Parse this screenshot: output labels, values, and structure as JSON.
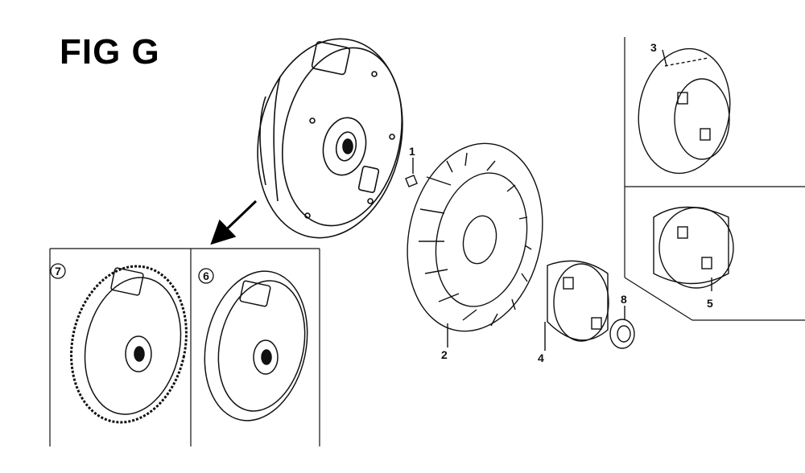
{
  "figure": {
    "title": "FIG G"
  },
  "callouts": {
    "p1": "1",
    "p2": "2",
    "p3": "3",
    "p4": "4",
    "p5": "5",
    "p6": "6",
    "p7": "7",
    "p8": "8"
  },
  "parts": [
    {
      "id": "flywheel-assembly",
      "callout": ""
    },
    {
      "id": "woodruff-key",
      "callout": "1"
    },
    {
      "id": "cooling-fan",
      "callout": "2"
    },
    {
      "id": "starter-pulley-a",
      "callout": "3"
    },
    {
      "id": "starter-pulley-b",
      "callout": "4"
    },
    {
      "id": "starter-pulley-c",
      "callout": "5"
    },
    {
      "id": "flywheel-variant-6",
      "callout": "6"
    },
    {
      "id": "flywheel-variant-7",
      "callout": "7"
    },
    {
      "id": "flange-nut",
      "callout": "8"
    }
  ]
}
